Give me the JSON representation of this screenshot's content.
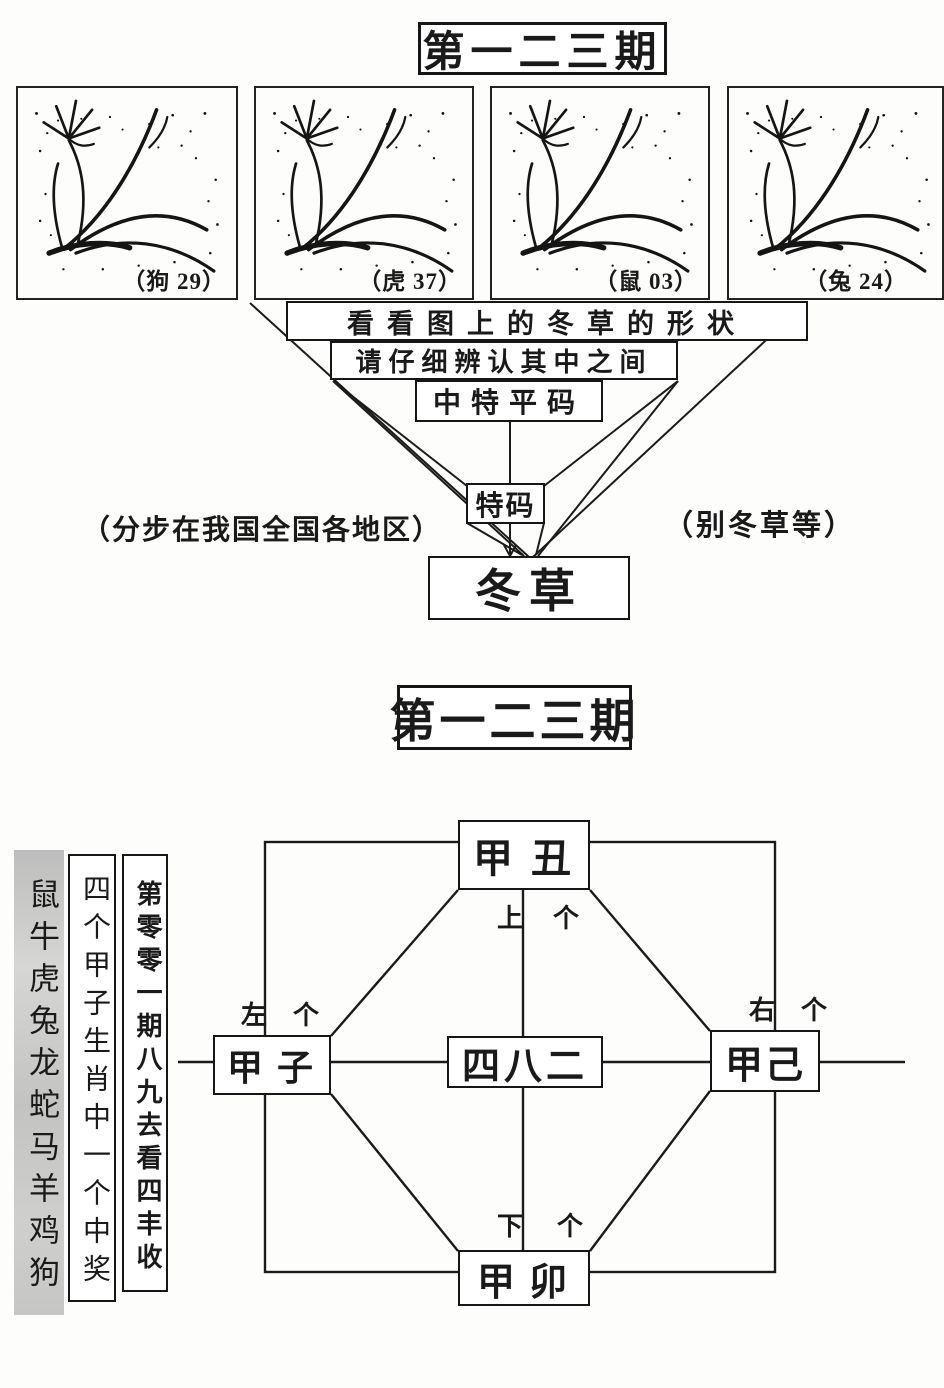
{
  "colors": {
    "ink": "#1a1a1a",
    "paper": "#fdfdfb",
    "column_grey": "#c7c7c7"
  },
  "section1": {
    "title": "第一二三期",
    "panels": [
      {
        "label": "（狗 29）"
      },
      {
        "label": "（虎 37）"
      },
      {
        "label": "（鼠 03）"
      },
      {
        "label": "（兔 24）"
      }
    ],
    "funnel": {
      "row1": "看看图上的冬草的形状",
      "row2": "请仔细辨认其中之间",
      "row3": "中特平码",
      "special": "特码",
      "result": "冬草",
      "note_left": "（分步在我国全国各地区）",
      "note_right": "（别冬草等）"
    }
  },
  "section2": {
    "title": "第一二三期",
    "side_columns": [
      {
        "text": "鼠牛虎兔龙蛇马羊鸡狗"
      },
      {
        "text": "四个甲子生肖中一个中奖"
      },
      {
        "text": "第零零一期八九去看四丰收"
      }
    ],
    "diagram": {
      "top": "甲丑",
      "left": "甲子",
      "center": "四八二",
      "right": "甲己",
      "bottom": "甲卯",
      "pointer_top": "上个",
      "pointer_left": "左个",
      "pointer_right": "右个",
      "pointer_bottom": "下个"
    }
  }
}
